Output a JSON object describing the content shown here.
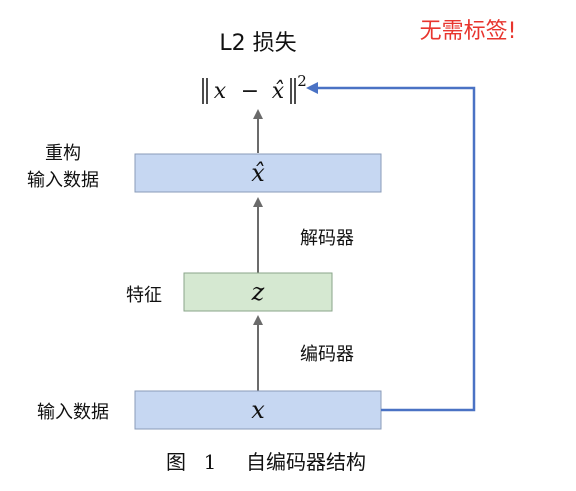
{
  "loss": {
    "title": "L2 损失",
    "formula_x": "x",
    "formula_minus": "−",
    "formula_xhat": "x̂",
    "formula_exp": "2"
  },
  "annotation": {
    "text": "无需标签!",
    "color": "#e8352e"
  },
  "nodes": {
    "output": {
      "symbol": "x̂",
      "label_line1": "重构",
      "label_line2": "输入数据",
      "fill": "#c6d7f2",
      "stroke": "#8a9bb8"
    },
    "feature": {
      "symbol": "z",
      "label": "特征",
      "fill": "#d5e8d1",
      "stroke": "#8aa58a"
    },
    "input": {
      "symbol": "x",
      "label": "输入数据",
      "fill": "#c6d7f2",
      "stroke": "#8a9bb8"
    }
  },
  "edges": {
    "decoder": "解码器",
    "encoder": "编码器",
    "arrow_color": "#6b6b6b",
    "feedback_color": "#4a72c4"
  },
  "caption": {
    "figure": "图",
    "number": "1",
    "text": "自编码器结构"
  }
}
